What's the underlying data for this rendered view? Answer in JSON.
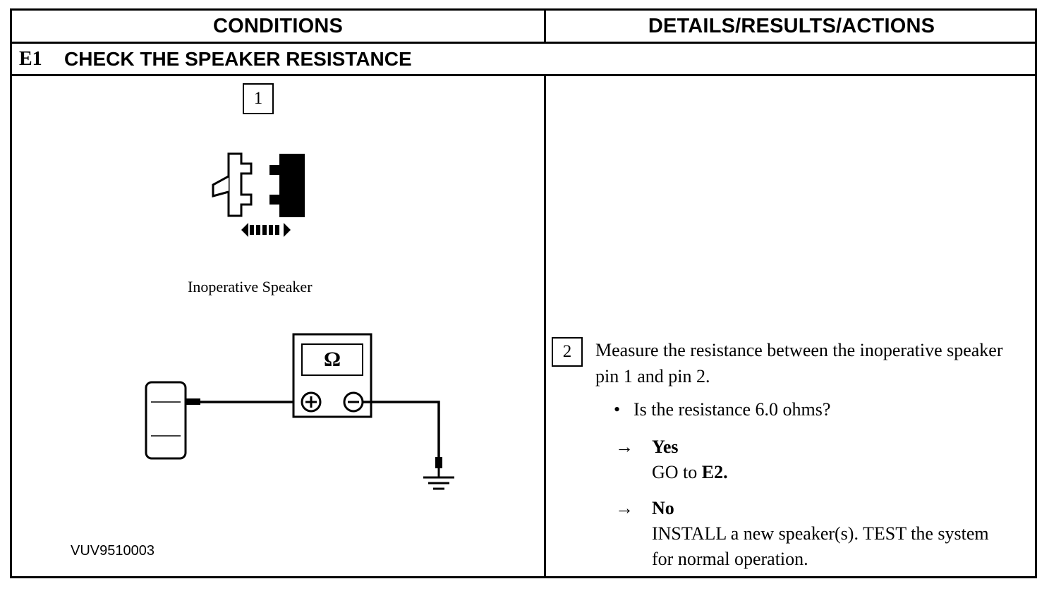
{
  "table": {
    "header_conditions": "CONDITIONS",
    "header_details": "DETAILS/RESULTS/ACTIONS"
  },
  "step": {
    "id": "E1",
    "title": "CHECK THE SPEAKER RESISTANCE"
  },
  "conditions": {
    "figure1_number": "1",
    "figure1_caption": "Inoperative Speaker",
    "meter_symbol": "Ω",
    "meter_plus": "+",
    "meter_minus": "−",
    "figure_id": "VUV9510003"
  },
  "details": {
    "step_number": "2",
    "instruction": "Measure the resistance between the inoperative speaker pin 1 and pin 2.",
    "question_bullet": "•",
    "question": "Is the resistance 6.0 ohms?",
    "results": [
      {
        "arrow": "→",
        "label": "Yes",
        "action_prefix": "GO to ",
        "action_bold": "E2.",
        "action_rest": ""
      },
      {
        "arrow": "→",
        "label": "No",
        "action_prefix": "",
        "action_bold": "",
        "action_rest": "INSTALL a new speaker(s). TEST the system for normal operation."
      }
    ]
  },
  "colors": {
    "ink": "#000000",
    "paper": "#ffffff"
  }
}
